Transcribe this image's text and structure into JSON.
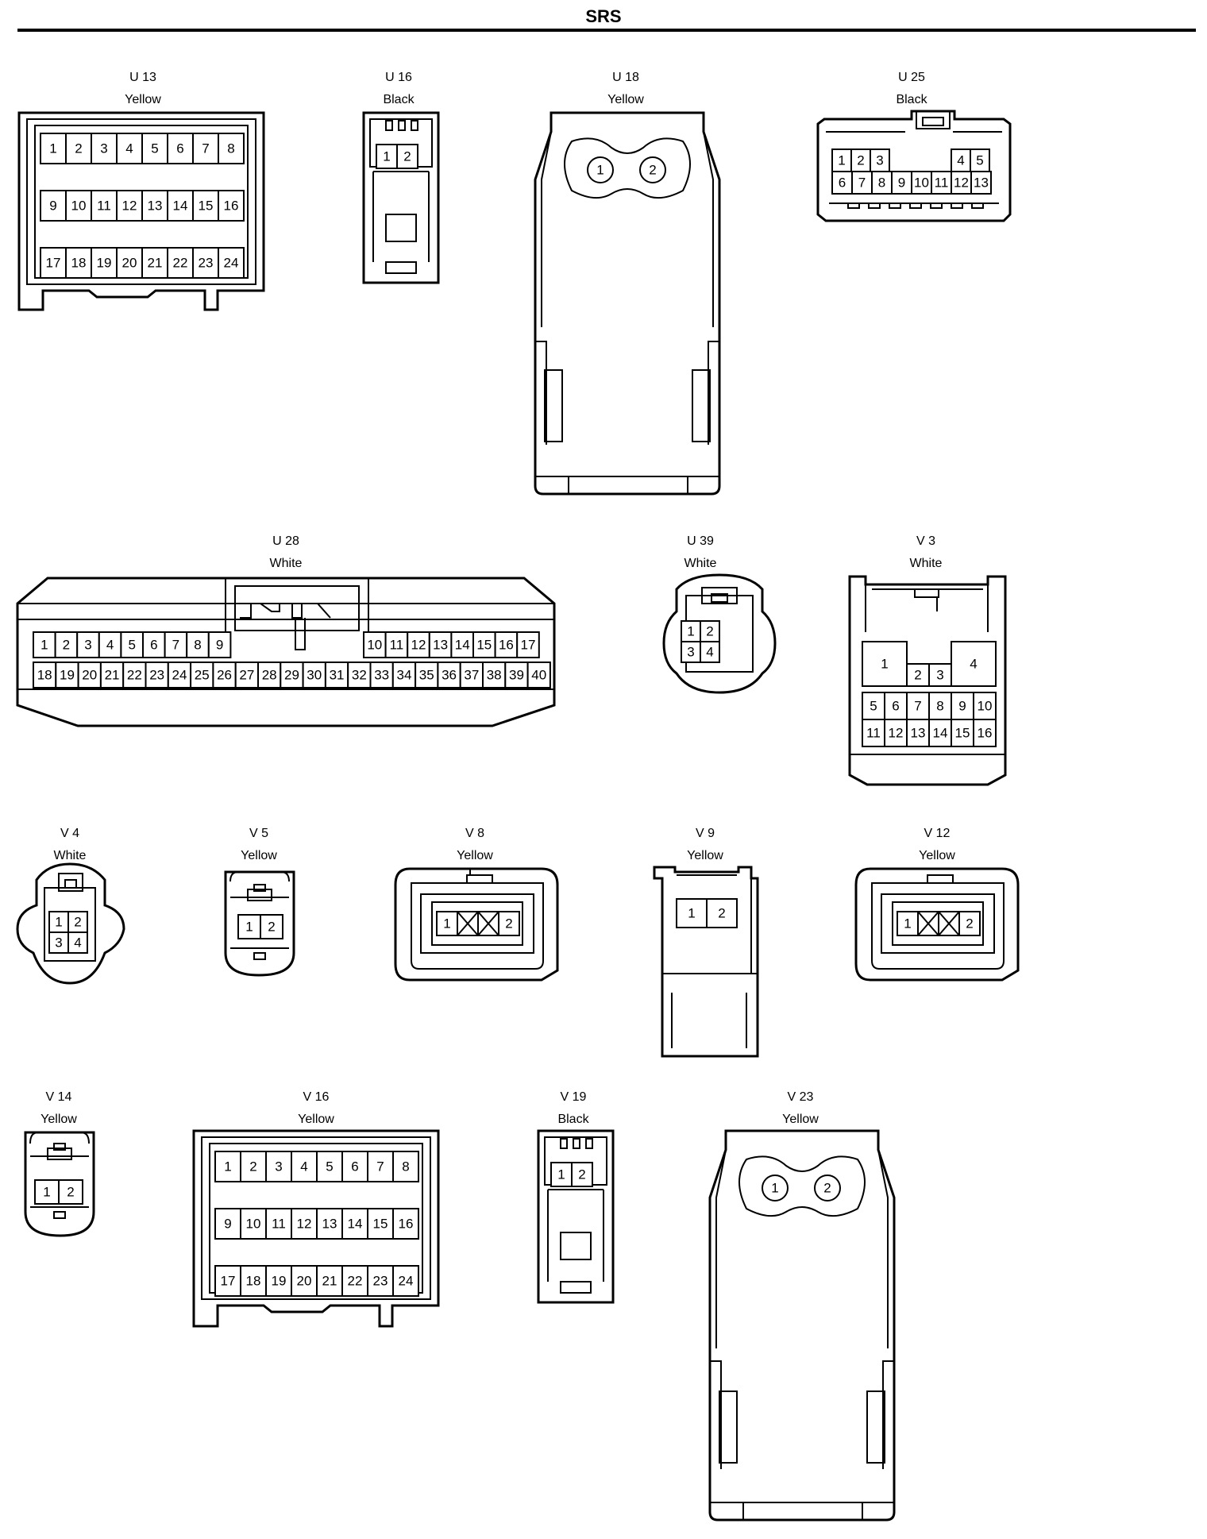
{
  "header": {
    "title": "SRS"
  },
  "connectors": [
    {
      "id": "U 13",
      "color": "Yellow",
      "pins": 24
    },
    {
      "id": "U 16",
      "color": "Black",
      "pins": 2
    },
    {
      "id": "U 18",
      "color": "Yellow",
      "pins": 2
    },
    {
      "id": "U 25",
      "color": "Black",
      "pins": 13
    },
    {
      "id": "U 28",
      "color": "White",
      "pins": 40
    },
    {
      "id": "U 39",
      "color": "White",
      "pins": 4
    },
    {
      "id": "V 3",
      "color": "White",
      "pins": 16
    },
    {
      "id": "V 4",
      "color": "White",
      "pins": 4
    },
    {
      "id": "V 5",
      "color": "Yellow",
      "pins": 2
    },
    {
      "id": "V 8",
      "color": "Yellow",
      "pins": 2
    },
    {
      "id": "V 9",
      "color": "Yellow",
      "pins": 2
    },
    {
      "id": "V 12",
      "color": "Yellow",
      "pins": 2
    },
    {
      "id": "V 14",
      "color": "Yellow",
      "pins": 2
    },
    {
      "id": "V 16",
      "color": "Yellow",
      "pins": 24
    },
    {
      "id": "V 19",
      "color": "Black",
      "pins": 2
    },
    {
      "id": "V 23",
      "color": "Yellow",
      "pins": 2
    }
  ]
}
